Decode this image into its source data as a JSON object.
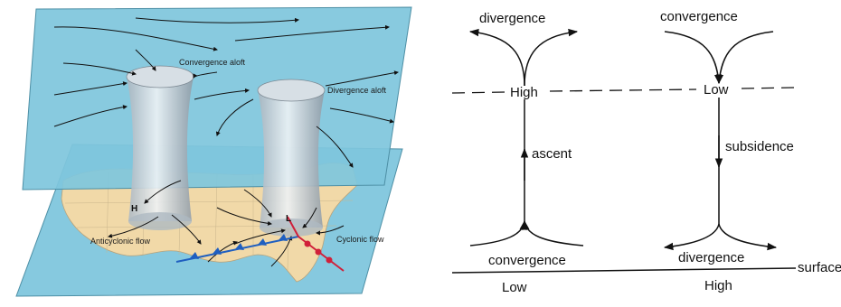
{
  "left_figure": {
    "labels": {
      "convergence_aloft": "Convergence aloft",
      "divergence_aloft": "Divergence aloft",
      "high_marker": "H",
      "low_marker": "L",
      "anticyclonic_flow": "Anticyclonic flow",
      "cyclonic_flow": "Cyclonic flow"
    },
    "colors": {
      "upper_plane": "#7fc6dd",
      "lower_plane": "#86c9df",
      "land": "#f1d9a8",
      "cold_front": "#1f5fc0",
      "warm_front": "#d0203a",
      "column": "#c9d3db"
    }
  },
  "right_figure": {
    "left_column": {
      "top_label": "divergence",
      "level_label": "High",
      "motion_label": "ascent",
      "bottom_label": "convergence",
      "surface_label": "Low"
    },
    "right_column": {
      "top_label": "convergence",
      "level_label": "Low",
      "motion_label": "subsidence",
      "bottom_label": "divergence",
      "surface_label": "High"
    },
    "surface_line_label": "surface"
  }
}
